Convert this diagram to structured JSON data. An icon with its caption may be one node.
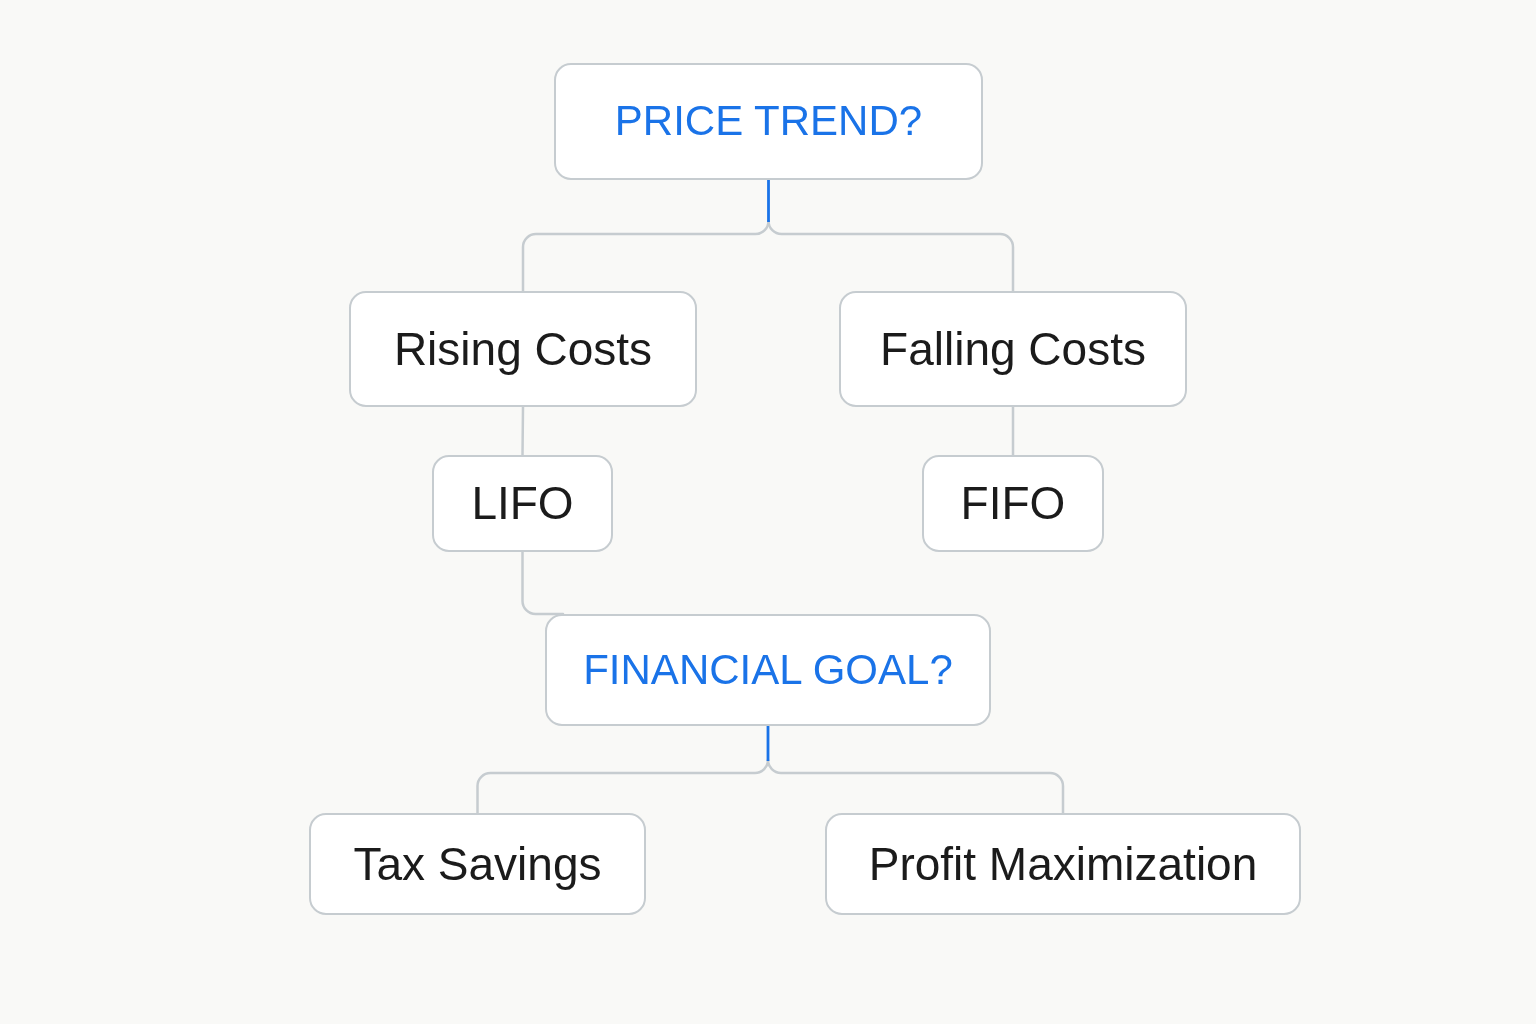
{
  "diagram": {
    "nodes": [
      {
        "text": [
          "PRICE TREND?"
        ]
      },
      {
        "text": [
          "Rising Costs"
        ]
      },
      {
        "text": [
          "Falling Costs"
        ]
      },
      {
        "text": [
          "LIFO"
        ]
      },
      {
        "text": [
          "FIFO"
        ]
      },
      {
        "text": [
          "FINANCIAL GOAL?"
        ]
      },
      {
        "text": [
          "Tax Savings"
        ]
      },
      {
        "text": [
          "Profit Maximization"
        ]
      }
    ],
    "edges": [
      {
        "from": 0,
        "to": 1,
        "arrow": "none"
      },
      {
        "from": 0,
        "to": 2,
        "arrow": "none"
      },
      {
        "from": 1,
        "to": 3,
        "arrow": "none"
      },
      {
        "from": 2,
        "to": 4,
        "arrow": "none"
      },
      {
        "from": 3,
        "to": 5,
        "arrow": "none"
      },
      {
        "from": 5,
        "to": 6,
        "arrow": "none"
      },
      {
        "from": 5,
        "to": 7,
        "arrow": "none"
      }
    ]
  }
}
